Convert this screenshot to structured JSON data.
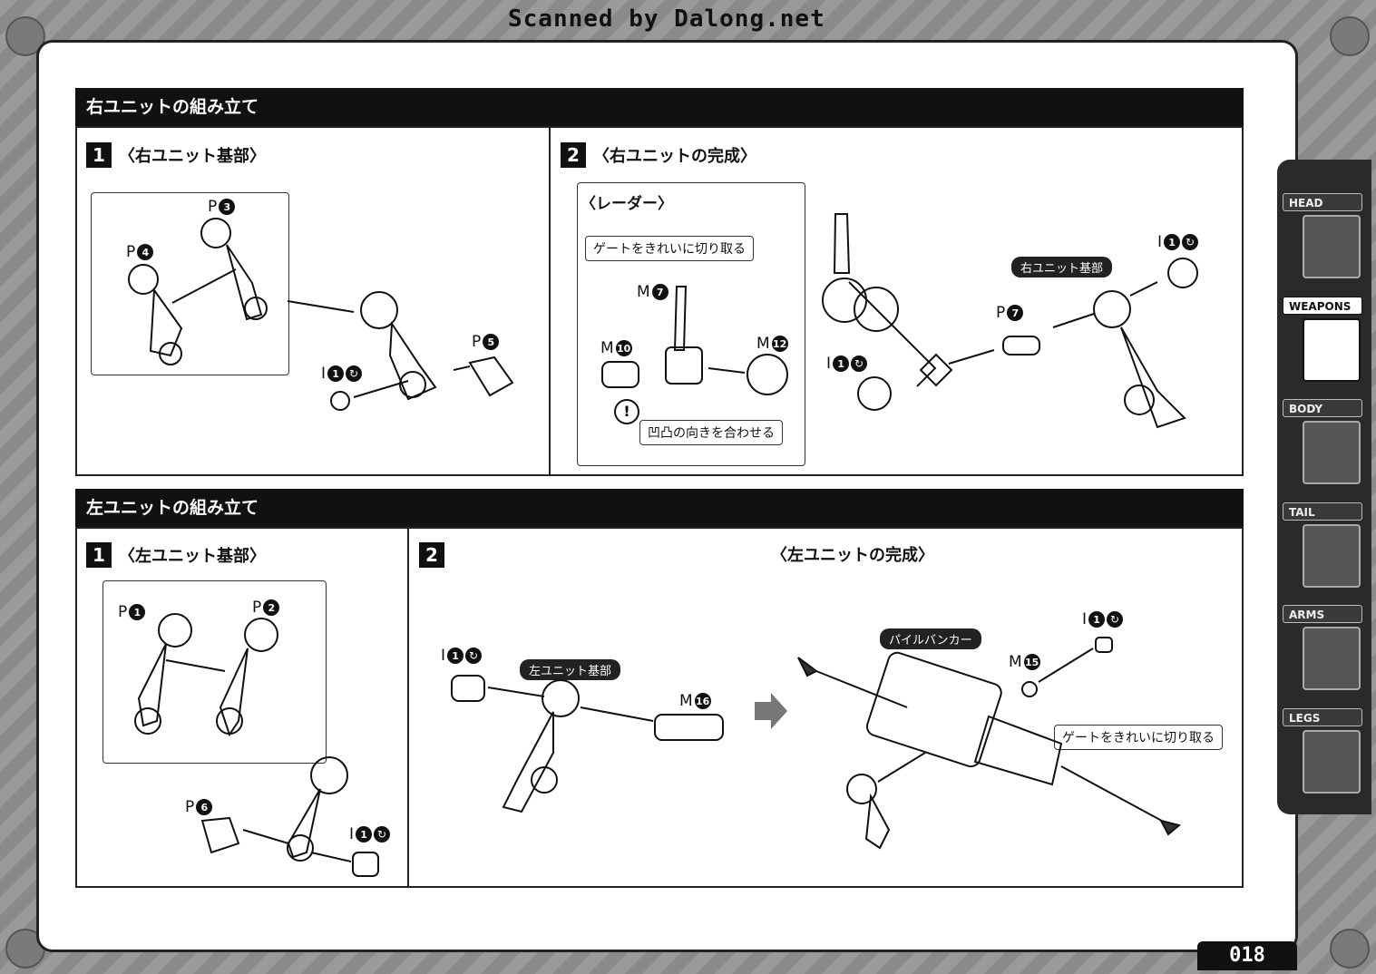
{
  "watermark": "Scanned by Dalong.net",
  "page_number": "018",
  "sections": {
    "right": {
      "title": "右ユニットの組み立て",
      "step1": {
        "num": "1",
        "title": "〈右ユニット基部〉"
      },
      "step2": {
        "num": "2",
        "title": "〈右ユニットの完成〉",
        "radar_title": "〈レーダー〉",
        "note_gate": "ゲートをきれいに切り取る",
        "note_align": "凹凸の向きを合わせる",
        "pill": "右ユニット基部",
        "warning": "!"
      }
    },
    "left": {
      "title": "左ユニットの組み立て",
      "step1": {
        "num": "1",
        "title": "〈左ユニット基部〉"
      },
      "step2": {
        "num": "2",
        "pill": "左ユニット基部"
      },
      "complete": {
        "title": "〈左ユニットの完成〉",
        "pill": "パイルバンカー",
        "note_gate": "ゲートをきれいに切り取る"
      }
    }
  },
  "parts": {
    "p1": {
      "letter": "P",
      "num": "1"
    },
    "p2": {
      "letter": "P",
      "num": "2"
    },
    "p3": {
      "letter": "P",
      "num": "3"
    },
    "p4": {
      "letter": "P",
      "num": "4"
    },
    "p5": {
      "letter": "P",
      "num": "5"
    },
    "p6": {
      "letter": "P",
      "num": "6"
    },
    "p7": {
      "letter": "P",
      "num": "7"
    },
    "i1": {
      "letter": "I",
      "num": "1"
    },
    "m7": {
      "letter": "M",
      "num": "7"
    },
    "m10": {
      "letter": "M",
      "num": "10"
    },
    "m12": {
      "letter": "M",
      "num": "12"
    },
    "m15": {
      "letter": "M",
      "num": "15"
    },
    "m16": {
      "letter": "M",
      "num": "16"
    }
  },
  "sidebar": {
    "tabs": [
      {
        "label": "HEAD",
        "icon": "head-icon"
      },
      {
        "label": "WEAPONS",
        "icon": "weapons-icon",
        "active": true
      },
      {
        "label": "BODY",
        "icon": "body-icon"
      },
      {
        "label": "TAIL",
        "icon": "tail-icon"
      },
      {
        "label": "ARMS",
        "icon": "arms-icon"
      },
      {
        "label": "LEGS",
        "icon": "legs-icon"
      }
    ]
  }
}
